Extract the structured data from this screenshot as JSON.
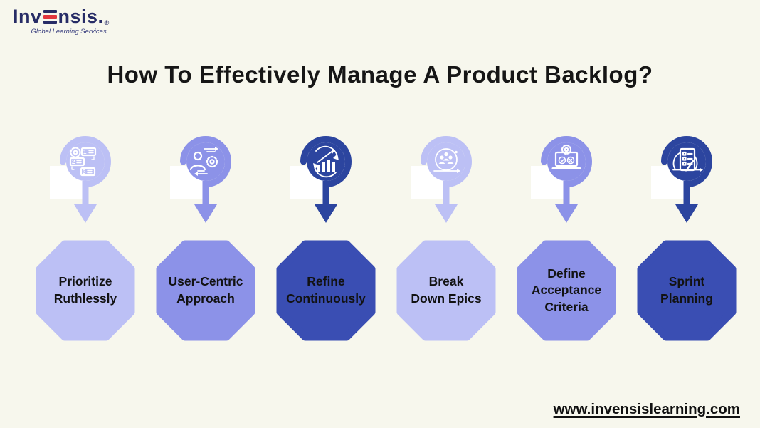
{
  "page": {
    "background_color": "#f7f7ed"
  },
  "logo": {
    "prefix": "Inv",
    "suffix": "nsis",
    "period": ".",
    "reg_mark": "®",
    "tagline": "Global Learning Services",
    "navy_color": "#272c66",
    "red_color": "#e2363e"
  },
  "title": "How To Effectively Manage A Product Backlog?",
  "steps": [
    {
      "label": "Prioritize\nRuthlessly",
      "tone": "light",
      "icon": "gear-task-list-icon"
    },
    {
      "label": "User-Centric\nApproach",
      "tone": "medium",
      "icon": "user-gear-exchange-icon"
    },
    {
      "label": "Refine\nContinuously",
      "tone": "dark",
      "icon": "chart-refresh-icon"
    },
    {
      "label": "Break\nDown Epics",
      "tone": "light",
      "icon": "team-sprint-icon"
    },
    {
      "label": "Define\nAcceptance\nCriteria",
      "tone": "medium",
      "icon": "laptop-checklist-icon"
    },
    {
      "label": "Sprint\nPlanning",
      "tone": "dark",
      "icon": "clipboard-sprint-icon"
    }
  ],
  "icon_art": {
    "task_numbers": [
      "1",
      "2",
      "3"
    ]
  },
  "colors": {
    "light": "#bcc0f5",
    "medium": "#8c92e8",
    "dark_octagon": "#3a4eb3",
    "dark_icon": "#2c459f",
    "text": "#121212"
  },
  "footer": {
    "website": "www.invensislearning.com"
  }
}
